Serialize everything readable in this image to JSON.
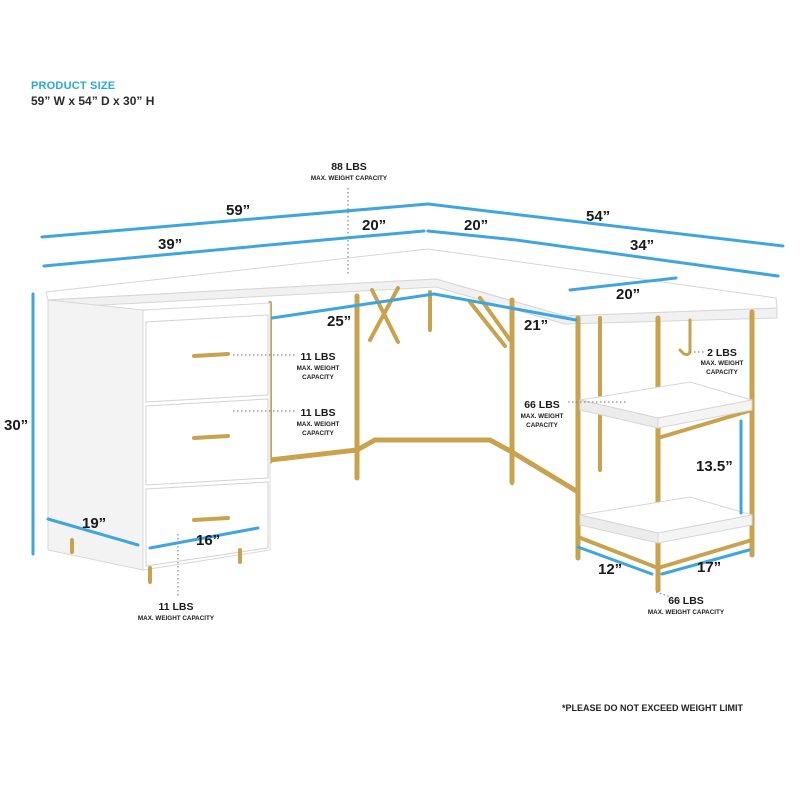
{
  "header": {
    "title": "PRODUCT SIZE",
    "size": "59” W x 54” D x 30” H"
  },
  "dimensions": {
    "total_width": "59”",
    "total_depth": "54”",
    "left_section": "39”",
    "top_center_left": "20”",
    "top_center_right": "20”",
    "right_section": "34”",
    "return_depth": "20”",
    "inner_left": "25”",
    "inner_right": "21”",
    "height": "30”",
    "cabinet_depth": "19”",
    "cabinet_width": "16”",
    "shelf_gap": "13.5”",
    "shelf_width": "12”",
    "shelf_depth": "17”"
  },
  "weights": {
    "desktop": {
      "lbs": "88 LBS",
      "cap": "MAX. WEIGHT CAPACITY"
    },
    "drawer_top": {
      "lbs": "11 LBS",
      "cap1": "MAX. WEIGHT",
      "cap2": "CAPACITY"
    },
    "drawer_middle": {
      "lbs": "11 LBS",
      "cap1": "MAX. WEIGHT",
      "cap2": "CAPACITY"
    },
    "drawer_bottom": {
      "lbs": "11 LBS",
      "cap": "MAX. WEIGHT CAPACITY"
    },
    "hook": {
      "lbs": "2 LBS",
      "cap1": "MAX. WEIGHT",
      "cap2": "CAPACITY"
    },
    "shelf_upper": {
      "lbs": "66 LBS",
      "cap1": "MAX. WEIGHT",
      "cap2": "CAPACITY"
    },
    "shelf_lower": {
      "lbs": "66 LBS",
      "cap": "MAX. WEIGHT CAPACITY"
    }
  },
  "note": "*PLEASE DO NOT EXCEED WEIGHT LIMIT",
  "colors": {
    "accent": "#3fa6dd",
    "gold": "#c9a24e",
    "title": "#2aa7d8"
  }
}
